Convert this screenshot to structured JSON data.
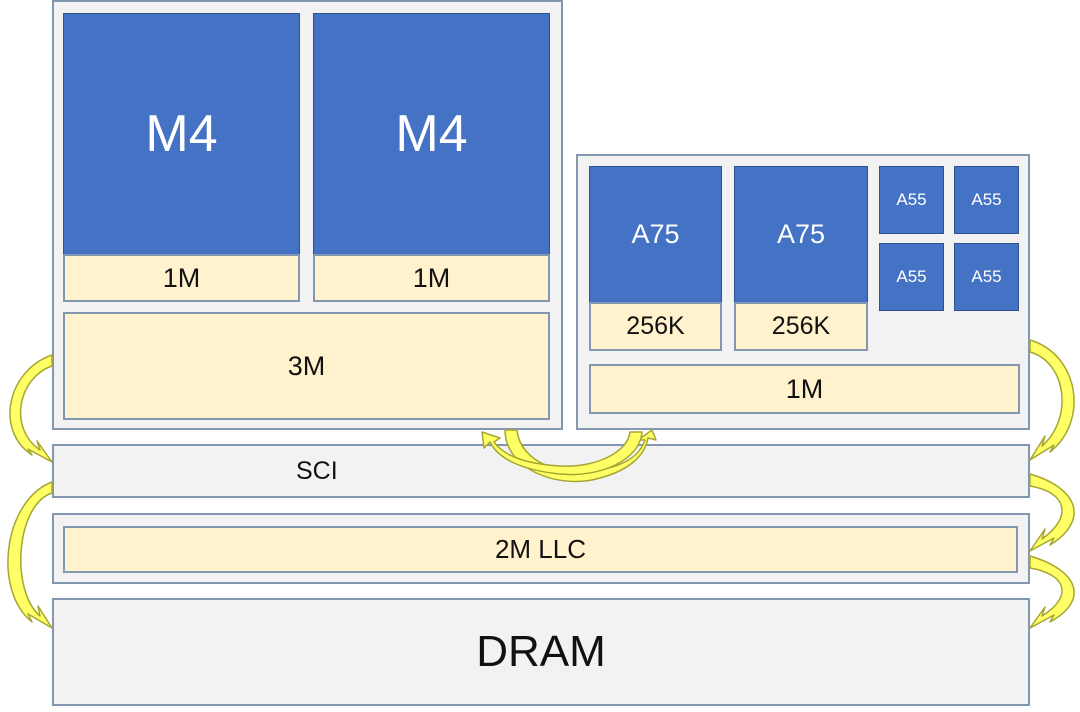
{
  "big_cluster": {
    "cores": [
      {
        "name": "M4",
        "cache": "1M"
      },
      {
        "name": "M4",
        "cache": "1M"
      }
    ],
    "shared_cache": "3M"
  },
  "little_cluster": {
    "big_cores": [
      {
        "name": "A75",
        "cache": "256K"
      },
      {
        "name": "A75",
        "cache": "256K"
      }
    ],
    "small_cores": [
      "A55",
      "A55",
      "A55",
      "A55"
    ],
    "shared_cache": "1M"
  },
  "sci": {
    "label": "SCI"
  },
  "llc": {
    "label": "2M LLC"
  },
  "dram": {
    "label": "DRAM"
  },
  "colors": {
    "core": "#4472c4",
    "cache": "#fff2cc",
    "cluster_bg": "#f2f2f2",
    "border": "#8497b0",
    "arrow_fill": "#ffff66",
    "arrow_stroke": "#a6a632"
  }
}
